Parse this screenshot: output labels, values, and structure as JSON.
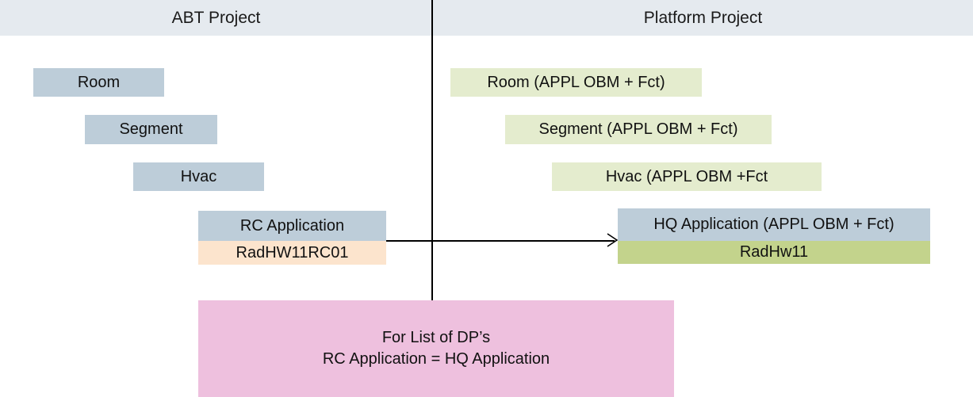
{
  "diagram": {
    "title_left": "ABT Project",
    "title_right": "Platform Project",
    "colors": {
      "header_band": "#e5eaef",
      "blue": "#bdcdd9",
      "green": "#e4ecce",
      "peach": "#fce4cd",
      "olive": "#c3d38c",
      "pink": "#eec0de",
      "line": "#000000"
    }
  },
  "left_column": {
    "nodes": [
      {
        "label": "Room"
      },
      {
        "label": "Segment"
      },
      {
        "label": "Hvac"
      },
      {
        "label": "RC Application"
      },
      {
        "label": "RadHW11RC01"
      }
    ]
  },
  "right_column": {
    "nodes": [
      {
        "label": "Room (APPL OBM + Fct)"
      },
      {
        "label": "Segment (APPL OBM + Fct)"
      },
      {
        "label": "Hvac (APPL OBM +Fct"
      },
      {
        "label": "HQ Application  (APPL OBM + Fct)"
      },
      {
        "label": "RadHw11"
      }
    ]
  },
  "note": {
    "line1": "For List of DP’s",
    "line2": "RC Application = HQ Application"
  },
  "connector": {
    "name": "mapping-arrow",
    "from": "RadHW11RC01",
    "to": "RadHw11"
  }
}
